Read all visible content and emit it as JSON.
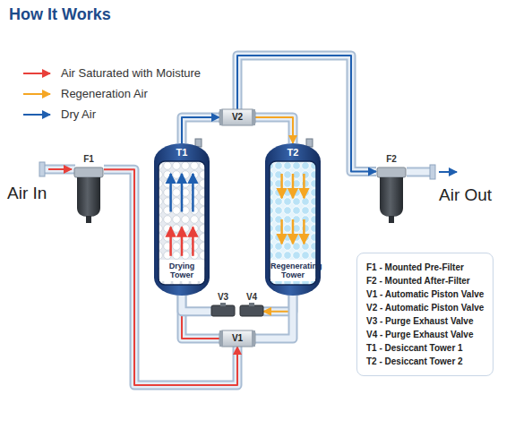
{
  "diagram": {
    "title": "How It Works",
    "nodes": [
      {
        "text": [
          "F1"
        ]
      },
      {
        "text": [
          "T1",
          "Drying Tower"
        ]
      },
      {
        "text": [
          "V2"
        ]
      },
      {
        "text": [
          "T2",
          "Regenerating Tower"
        ]
      },
      {
        "text": [
          "F2"
        ]
      },
      {
        "text": [
          "V3"
        ]
      },
      {
        "text": [
          "V4"
        ]
      },
      {
        "text": [
          "V1"
        ]
      },
      {
        "text": [
          "F1 - Mounted Pre-Filter",
          "F2 - Mounted After-Filter",
          "V1 - Automatic Piston Valve",
          "V2 - Automatic Piston Valve",
          "V3 - Purge Exhaust Valve",
          "V4 - Purge Exhaust Valve",
          "T1 - Desiccant Tower 1",
          "T2 - Desiccant Tower 2"
        ]
      }
    ],
    "edges": [
      {
        "from": 0,
        "to": 7,
        "arrow": "to"
      },
      {
        "from": 7,
        "to": 1,
        "arrow": "to"
      },
      {
        "from": 1,
        "to": 2,
        "arrow": "to"
      },
      {
        "from": 2,
        "to": 4,
        "arrow": "to"
      },
      {
        "from": 2,
        "to": 3,
        "arrow": "to"
      },
      {
        "from": 3,
        "to": 6,
        "arrow": "to"
      },
      {
        "from": 7,
        "to": 3,
        "arrow": "none"
      },
      {
        "from": 1,
        "to": 5,
        "arrow": "none"
      }
    ],
    "labels": [
      "Air In",
      "Air Out"
    ],
    "legend": [
      {
        "text": "Air Saturated with Moisture"
      },
      {
        "text": "Regeneration Air"
      },
      {
        "text": "Dry Air"
      }
    ]
  }
}
